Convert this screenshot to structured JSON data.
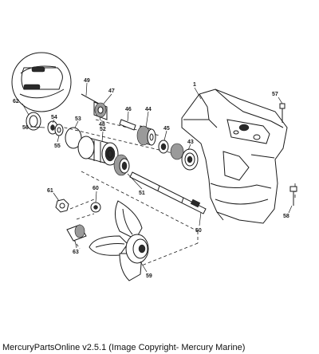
{
  "caption": "MercuryPartsOnline v2.5.1 (Image Copyright- Mercury Marine)",
  "callouts": {
    "c1": "1",
    "c43": "43",
    "c44": "44",
    "c45": "45",
    "c46": "46",
    "c47": "47",
    "c48": "48",
    "c49": "49",
    "c50": "50",
    "c51": "51",
    "c52": "52",
    "c53": "53",
    "c54": "54",
    "c55": "55",
    "c56": "56",
    "c57": "57",
    "c58": "58",
    "c59": "59",
    "c60": "60",
    "c61": "61",
    "c62": "62",
    "c63": "63"
  }
}
